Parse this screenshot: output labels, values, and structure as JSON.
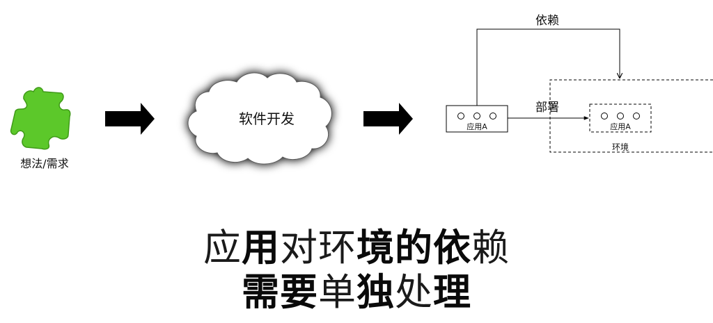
{
  "labels": {
    "idea": "想法/需求",
    "software_dev": "软件开发",
    "dependency": "依赖",
    "deploy": "部署",
    "app_source": "应用A",
    "app_deployed": "应用A",
    "environment": "环境"
  },
  "headline": {
    "line1": [
      "应",
      "用",
      "对",
      "环",
      "境",
      "的",
      "依",
      "赖"
    ],
    "line2": [
      "需",
      "要",
      "单",
      "独",
      "处",
      "理"
    ]
  },
  "colors": {
    "puzzle": "#5cc82a",
    "arrow": "#000000",
    "cloud_fill": "#ffffff",
    "cloud_shadow": "#222222",
    "line": "#000000"
  },
  "icons": {
    "idea": "puzzle-piece-icon",
    "process": "cloud-icon",
    "flow": "thick-right-arrow-icon"
  }
}
